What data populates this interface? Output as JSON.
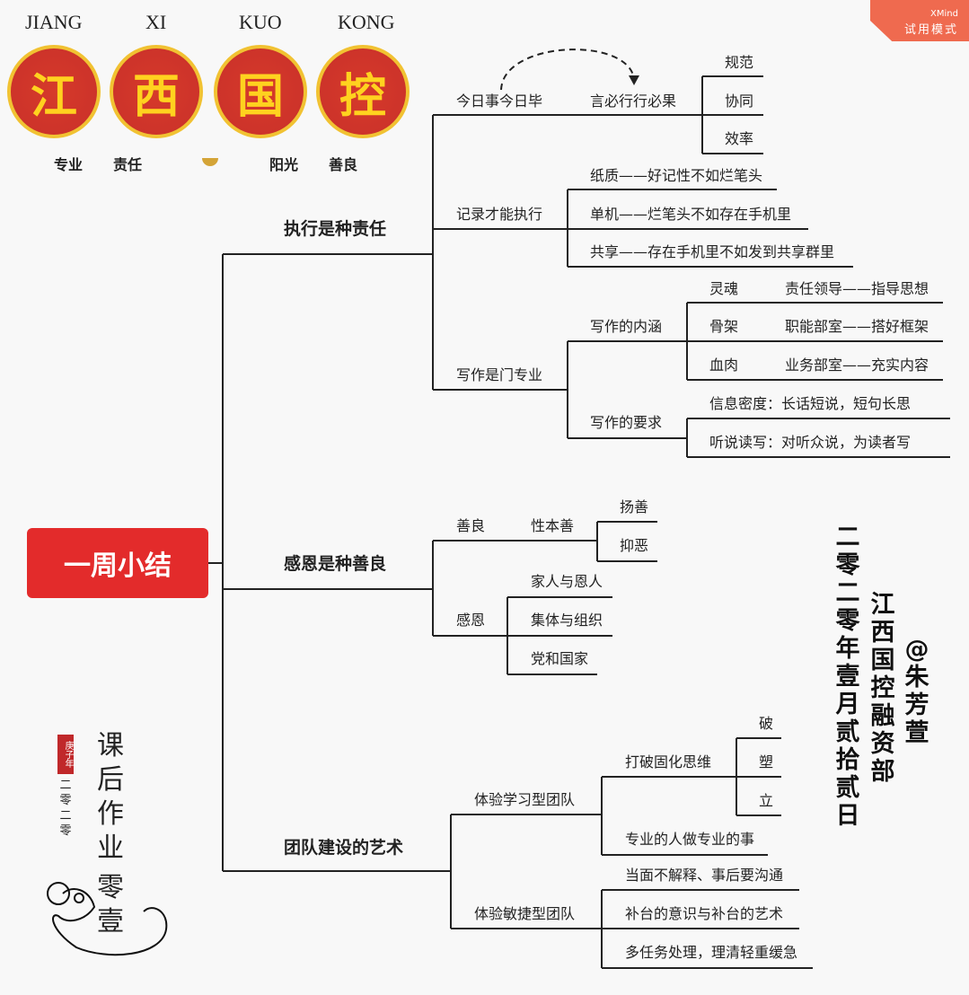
{
  "header": {
    "pinyin": [
      "JIANG",
      "XI",
      "KUO",
      "KONG"
    ],
    "logo_chars": [
      "江",
      "西",
      "国",
      "控"
    ],
    "mottos": [
      "专业",
      "责任",
      "阳光",
      "善良"
    ]
  },
  "badge": {
    "brand": "XMind",
    "mode": "试用模式"
  },
  "root": "一周小结",
  "branches": [
    {
      "label": "执行是种责任",
      "children": [
        {
          "label": "今日事今日毕",
          "next": "言必行行必果",
          "leaves": [
            "规范",
            "协同",
            "效率"
          ]
        },
        {
          "label": "记录才能执行",
          "leaves": [
            "纸质——好记性不如烂笔头",
            "单机——烂笔头不如存在手机里",
            "共享——存在手机里不如发到共享群里"
          ]
        },
        {
          "label": "写作是门专业",
          "children": [
            {
              "label": "写作的内涵",
              "items": [
                {
                  "k": "灵魂",
                  "v": "责任领导——指导思想"
                },
                {
                  "k": "骨架",
                  "v": "职能部室——搭好框架"
                },
                {
                  "k": "血肉",
                  "v": "业务部室——充实内容"
                }
              ]
            },
            {
              "label": "写作的要求",
              "leaves": [
                "信息密度：长话短说，短句长思",
                "听说读写：对听众说，为读者写"
              ]
            }
          ]
        }
      ]
    },
    {
      "label": "感恩是种善良",
      "children": [
        {
          "label": "善良",
          "next": "性本善",
          "leaves": [
            "扬善",
            "抑恶"
          ]
        },
        {
          "label": "感恩",
          "leaves": [
            "家人与恩人",
            "集体与组织",
            "党和国家"
          ]
        }
      ]
    },
    {
      "label": "团队建设的艺术",
      "children": [
        {
          "label": "体验学习型团队",
          "children": [
            {
              "label": "打破固化思维",
              "leaves": [
                "破",
                "塑",
                "立"
              ]
            },
            {
              "label": "专业的人做专业的事"
            }
          ]
        },
        {
          "label": "体验敏捷型团队",
          "leaves": [
            "当面不解释、事后要沟通",
            "补台的意识与补台的艺术",
            "多任务处理，理清轻重缓急"
          ]
        }
      ]
    }
  ],
  "signature": {
    "date": "二零二零年 壹月 贰拾贰日",
    "dept": "江西国控 融资部",
    "author": "@朱芳萱"
  },
  "homework": {
    "title": "课后作业",
    "number": "零壹",
    "seal": "庚子年",
    "year": "二零二零"
  }
}
